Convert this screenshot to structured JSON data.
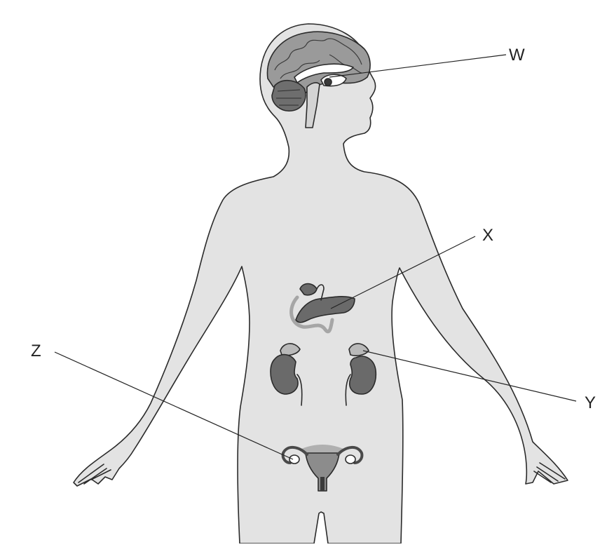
{
  "labels": {
    "w": "W",
    "x": "X",
    "y": "Y",
    "z": "Z"
  },
  "colors": {
    "body": "#e3e3e3",
    "outline": "#2b2b2b",
    "brain": "#9a9a9a",
    "cerebellum": "#6e6e6e",
    "organ_dark": "#6a6a6a",
    "organ_light": "#b9b9b9",
    "uterus_fill": "#9e9e9e"
  }
}
